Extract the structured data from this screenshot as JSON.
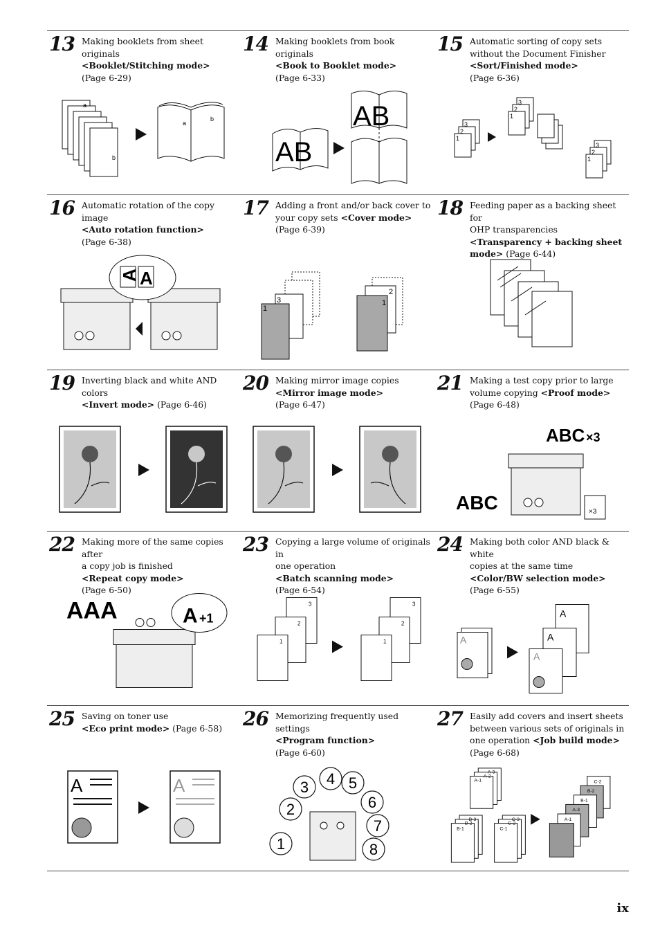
{
  "features": [
    {
      "num": "13",
      "line1": "Making booklets from sheet originals",
      "mode": "<Booklet/Stitching mode>",
      "page": "(Page 6-29)"
    },
    {
      "num": "14",
      "line1": "Making booklets from book originals",
      "mode": "<Book to Booklet mode>",
      "page": "(Page 6-33)"
    },
    {
      "num": "15",
      "line1": "Automatic sorting of copy sets",
      "line2": "without the Document Finisher",
      "mode": "<Sort/Finished mode>",
      "page": "(Page 6-36)"
    },
    {
      "num": "16",
      "line1": "Automatic rotation of the copy image",
      "mode": "<Auto rotation function>",
      "page": "(Page 6-38)"
    },
    {
      "num": "17",
      "line1": "Adding a front and/or back cover to",
      "line2": "your copy sets",
      "mode": "<Cover mode>",
      "page": "(Page 6-39)"
    },
    {
      "num": "18",
      "line1": "Feeding paper as a backing sheet for",
      "line2": "OHP transparencies",
      "mode": "<Transparency + backing sheet mode>",
      "page": "(Page 6-44)"
    },
    {
      "num": "19",
      "line1": "Inverting black and white AND colors",
      "mode": "<Invert mode>",
      "page": "(Page 6-46)"
    },
    {
      "num": "20",
      "line1": "Making mirror image copies",
      "mode": "<Mirror image mode>",
      "page": "(Page 6-47)"
    },
    {
      "num": "21",
      "line1": "Making a test copy prior to large",
      "line2": "volume copying",
      "mode": "<Proof mode>",
      "page": "(Page 6-48)"
    },
    {
      "num": "22",
      "line1": "Making more of the same copies after",
      "line2": "a copy job is finished",
      "mode": "<Repeat copy mode>",
      "page": "(Page 6-50)"
    },
    {
      "num": "23",
      "line1": "Copying a large volume of originals in",
      "line2": "one operation",
      "mode": "<Batch scanning mode>",
      "page": "(Page 6-54)"
    },
    {
      "num": "24",
      "line1": "Making both color AND black & white",
      "line2": "copies at the same time",
      "mode": "<Color/BW selection mode>",
      "page": "(Page 6-55)"
    },
    {
      "num": "25",
      "line1": "Saving on toner use",
      "mode": "<Eco print mode>",
      "page": "(Page 6-58)"
    },
    {
      "num": "26",
      "line1": "Memorizing frequently used settings",
      "mode": "<Program function>",
      "page": "(Page 6-60)"
    },
    {
      "num": "27",
      "line1": "Easily add covers and insert sheets",
      "line2": "between various sets of originals in",
      "line3": "one operation",
      "mode": "<Job build mode>",
      "page": "(Page 6-68)"
    }
  ],
  "illustration_labels": {
    "booklet_letters": [
      "a",
      "b"
    ],
    "book_letters": "AB",
    "set_numbers": [
      "1",
      "2",
      "3"
    ],
    "rotation_letter": "A",
    "proof_text": "ABC",
    "proof_multiplier": "×3",
    "repeat_text": "AAA",
    "repeat_plus": "+1",
    "program_numbers": [
      "1",
      "2",
      "3",
      "4",
      "5",
      "6",
      "7",
      "8"
    ],
    "job_labels": [
      "A-1",
      "A-2",
      "A-3",
      "B-1",
      "B-2",
      "B-3",
      "C-1",
      "C-2",
      "C-3"
    ],
    "doc_letter": "A"
  },
  "page_number": "ix"
}
